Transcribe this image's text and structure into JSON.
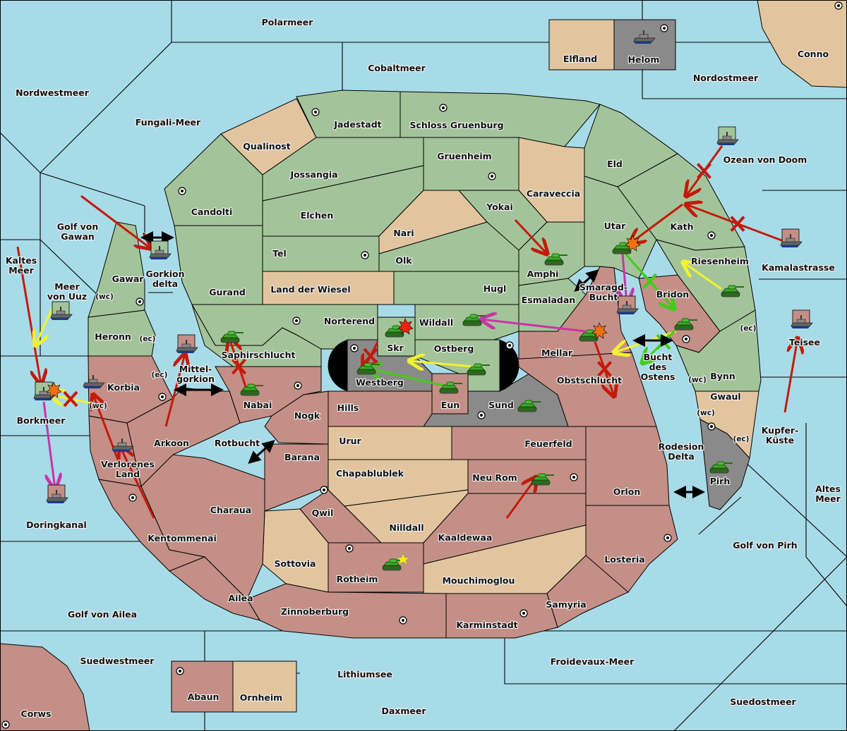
{
  "title": "Diplomacy map",
  "colors": {
    "sea": "#a8dbe8",
    "green_power": "#a3c49a",
    "red_power": "#c48f86",
    "neutral": "#e2c59e",
    "grey_power": "#8a8a8a",
    "impassable": "#000000",
    "order_red": "#c41a0a",
    "order_yellow": "#f2f230",
    "order_green": "#44cc18",
    "order_magenta": "#cc33aa"
  },
  "seas": [
    "Polarmeer",
    "Cobaltmeer",
    "Nordwestmeer",
    "Fungali-Meer",
    "Nordostmeer",
    "Ozean von Doom",
    "Kamalastrasse",
    "Golf von Gawan",
    "Kaltes Meer",
    "Meer von Uuz",
    "Gorkion delta",
    "Mittel-gorkion",
    "Rotbucht",
    "Smaragd-Bucht",
    "Bucht des Ostens",
    "Borkmeer",
    "Doringkanal",
    "Golf von Ailea",
    "Suedwestmeer",
    "Lithiumsee",
    "Daxmeer",
    "Froidevaux-Meer",
    "Suedostmeer",
    "Golf von Pirh",
    "Altes Meer",
    "Kupfer-Küste",
    "Teisee",
    "Rodesion Delta"
  ],
  "territories": {
    "green": [
      "Jadestadt",
      "Schloss Gruenburg",
      "Gruenheim",
      "Jossangia",
      "Elchen",
      "Candolti",
      "Gurand",
      "Tel",
      "Olk",
      "Hugl",
      "Yokai",
      "Eld",
      "Utar",
      "Kath",
      "Amphi",
      "Esmaladan",
      "Norterend",
      "Wildall",
      "Skr",
      "Ostberg",
      "Riesenheim",
      "Bynn",
      "Gawar",
      "Heronn",
      "Saphirschlucht"
    ],
    "red": [
      "Mellar",
      "Obstschlucht",
      "Bridon",
      "Nabai",
      "Korbia",
      "Arkoon",
      "Verlorenes Land",
      "Kentommenai",
      "Charaua",
      "Ailea",
      "Zinnoberburg",
      "Karminstadt",
      "Samyria",
      "Losteria",
      "Orlon",
      "Feuerfeld",
      "Neu Rom",
      "Kaaldewaa",
      "Rotheim",
      "Qwil",
      "Barana",
      "Nogk",
      "Hills",
      "Eun",
      "Abaun",
      "Corws"
    ],
    "neutral": [
      "Qualinost",
      "Caraveccia",
      "Nari",
      "Land der Wiesel",
      "Urur",
      "Chapablublek",
      "Nilldall",
      "Sottovia",
      "Mouchimoglou",
      "Gwaul",
      "Elfland",
      "Ornheim",
      "Conno"
    ],
    "grey": [
      "Westberg",
      "Sund",
      "Pirh",
      "Helom"
    ]
  },
  "coast_labels": [
    "(wc)",
    "(ec)",
    "(ec)",
    "(wc)",
    "(ec)",
    "(wc)",
    "(wc)",
    "(ec)",
    "(ec)"
  ],
  "units": [
    {
      "type": "fleet",
      "owner": "green",
      "location": "Ozean von Doom"
    },
    {
      "type": "fleet",
      "owner": "red",
      "location": "Kamalastrasse"
    },
    {
      "type": "fleet",
      "owner": "red",
      "location": "Teisee"
    },
    {
      "type": "fleet",
      "owner": "grey",
      "location": "Helom"
    },
    {
      "type": "fleet",
      "owner": "green",
      "location": "Gorkion delta"
    },
    {
      "type": "fleet",
      "owner": "green",
      "location": "Meer von Uuz"
    },
    {
      "type": "fleet",
      "owner": "green",
      "location": "Borkmeer",
      "dislodged": true
    },
    {
      "type": "fleet",
      "owner": "red",
      "location": "Korbia (wc)"
    },
    {
      "type": "fleet",
      "owner": "red",
      "location": "Mittel-gorkion"
    },
    {
      "type": "fleet",
      "owner": "red",
      "location": "Verlorenes Land"
    },
    {
      "type": "fleet",
      "owner": "red",
      "location": "Doringkanal"
    },
    {
      "type": "fleet",
      "owner": "red",
      "location": "Smaragd-Bucht"
    },
    {
      "type": "army",
      "owner": "green",
      "location": "Saphirschlucht"
    },
    {
      "type": "army",
      "owner": "red",
      "location": "Nabai"
    },
    {
      "type": "army",
      "owner": "grey",
      "location": "Westberg"
    },
    {
      "type": "army",
      "owner": "green",
      "location": "Skr",
      "dislodged": true
    },
    {
      "type": "army",
      "owner": "green",
      "location": "Wildall"
    },
    {
      "type": "army",
      "owner": "green",
      "location": "Ostberg"
    },
    {
      "type": "army",
      "owner": "red",
      "location": "Eun"
    },
    {
      "type": "army",
      "owner": "grey",
      "location": "Sund"
    },
    {
      "type": "army",
      "owner": "green",
      "location": "Amphi"
    },
    {
      "type": "army",
      "owner": "green",
      "location": "Utar",
      "dislodged": true
    },
    {
      "type": "army",
      "owner": "red",
      "location": "Mellar",
      "dislodged": true
    },
    {
      "type": "army",
      "owner": "green",
      "location": "Riesenheim"
    },
    {
      "type": "army",
      "owner": "red",
      "location": "Bridon"
    },
    {
      "type": "army",
      "owner": "grey",
      "location": "Pirh"
    },
    {
      "type": "army",
      "owner": "red",
      "location": "Neu Rom"
    },
    {
      "type": "army",
      "owner": "red",
      "location": "Rotheim",
      "built": true
    }
  ],
  "orders": [
    {
      "from": "Ozean von Doom",
      "to": "Kath",
      "color": "red",
      "failed": true
    },
    {
      "from": "Kamalastrasse",
      "to": "Kath",
      "color": "red",
      "failed": true
    },
    {
      "from": "Kath",
      "to": "Utar",
      "color": "red"
    },
    {
      "from": "Teisee",
      "to": "Kupfer-Küste",
      "color": "red"
    },
    {
      "from": "Kaltes Meer",
      "to": "Borkmeer",
      "color": "red"
    },
    {
      "from": "Golf von Gawan",
      "to": "Gorkion delta",
      "color": "red"
    },
    {
      "from": "Yokai",
      "to": "Amphi",
      "color": "red"
    },
    {
      "from": "Arkoon",
      "to": "Mittel-gorkion",
      "color": "red"
    },
    {
      "from": "Verlorenes Land",
      "to": "Korbia",
      "color": "red"
    },
    {
      "from": "Kentommenai",
      "to": "Verlorenes Land",
      "color": "red"
    },
    {
      "from": "Kaaldewaa",
      "to": "Neu Rom",
      "color": "red"
    },
    {
      "from": "Nabai",
      "to": "Saphirschlucht",
      "color": "red",
      "failed": true
    },
    {
      "from": "Westberg",
      "to": "Skr",
      "color": "red",
      "failed": true
    },
    {
      "from": "Mellar",
      "to": "Obstschlucht",
      "color": "red",
      "failed": true
    },
    {
      "from": "Meer von Uuz",
      "to": "Borkmeer",
      "color": "yellow"
    },
    {
      "from": "Korbia",
      "to": "Borkmeer",
      "color": "yellow",
      "failed": true
    },
    {
      "from": "Ostberg",
      "to": "Westberg",
      "color": "yellow"
    },
    {
      "from": "Riesenheim",
      "to": "Utar",
      "color": "yellow"
    },
    {
      "from": "Bridon",
      "to": "Bucht des Ostens",
      "color": "yellow"
    },
    {
      "from": "Eun",
      "to": "Westberg",
      "color": "green"
    },
    {
      "from": "Utar",
      "to": "Bridon",
      "color": "green",
      "failed": true
    },
    {
      "from": "Bridon",
      "to": "Bynn",
      "color": "green",
      "failed": true
    },
    {
      "from": "Mellar",
      "to": "Wildall",
      "color": "magenta"
    },
    {
      "from": "Utar",
      "to": "Smaragd-Bucht",
      "color": "magenta"
    },
    {
      "from": "Borkmeer",
      "to": "Doringkanal",
      "color": "magenta"
    }
  ],
  "labels": [
    {
      "text": "Polarmeer"
    },
    {
      "text": "Cobaltmeer"
    },
    {
      "text": "Nordwestmeer"
    },
    {
      "text": "Fungali-Meer"
    },
    {
      "text": "Nordostmeer"
    },
    {
      "text": "Elfland"
    },
    {
      "text": "Helom"
    },
    {
      "text": "Conno"
    },
    {
      "text": "Jadestadt"
    },
    {
      "text": "Schloss Gruenburg"
    },
    {
      "text": "Qualinost"
    },
    {
      "text": "Gruenheim"
    },
    {
      "text": "Jossangia"
    },
    {
      "text": "Caraveccia"
    },
    {
      "text": "Eld"
    },
    {
      "text": "Ozean von Doom"
    },
    {
      "text": "Candolti"
    },
    {
      "text": "Elchen"
    },
    {
      "text": "Yokai"
    },
    {
      "text": "Nari"
    },
    {
      "text": "Utar"
    },
    {
      "text": "Kath"
    },
    {
      "text": "Golf von"
    },
    {
      "text": "Gawan"
    },
    {
      "text": "Tel"
    },
    {
      "text": "Olk"
    },
    {
      "text": "Amphi"
    },
    {
      "text": "Riesenheim"
    },
    {
      "text": "Kamalastrasse"
    },
    {
      "text": "Kaltes"
    },
    {
      "text": "Meer"
    },
    {
      "text": "Gawar"
    },
    {
      "text": "Gorkion"
    },
    {
      "text": "delta"
    },
    {
      "text": "Gurand"
    },
    {
      "text": "Land der Wiesel"
    },
    {
      "text": "Hugl"
    },
    {
      "text": "Smaragd-"
    },
    {
      "text": "Bucht"
    },
    {
      "text": "Meer"
    },
    {
      "text": "von Uuz"
    },
    {
      "text": "Esmaladan"
    },
    {
      "text": "Bridon"
    },
    {
      "text": "Heronn"
    },
    {
      "text": "Norterend"
    },
    {
      "text": "Wildall"
    },
    {
      "text": "Teisee"
    },
    {
      "text": "Saphirschlucht"
    },
    {
      "text": "Skr"
    },
    {
      "text": "Ostberg"
    },
    {
      "text": "Mellar"
    },
    {
      "text": "Bucht"
    },
    {
      "text": "des"
    },
    {
      "text": "Ostens"
    },
    {
      "text": "Mittel-"
    },
    {
      "text": "gorkion"
    },
    {
      "text": "Bynn"
    },
    {
      "text": "Korbia"
    },
    {
      "text": "Westberg"
    },
    {
      "text": "Obstschlucht"
    },
    {
      "text": "Nabai"
    },
    {
      "text": "Eun"
    },
    {
      "text": "Sund"
    },
    {
      "text": "Gwaul"
    },
    {
      "text": "Hills"
    },
    {
      "text": "Borkmeer"
    },
    {
      "text": "Nogk"
    },
    {
      "text": "Urur"
    },
    {
      "text": "Feuerfeld"
    },
    {
      "text": "Kupfer-"
    },
    {
      "text": "Küste"
    },
    {
      "text": "Arkoon"
    },
    {
      "text": "Rotbucht"
    },
    {
      "text": "Barana"
    },
    {
      "text": "Rodesion"
    },
    {
      "text": "Delta"
    },
    {
      "text": "Verlorenes"
    },
    {
      "text": "Land"
    },
    {
      "text": "Chapablublek"
    },
    {
      "text": "Neu Rom"
    },
    {
      "text": "Pirh"
    },
    {
      "text": "Altes"
    },
    {
      "text": "Meer"
    },
    {
      "text": "Orlon"
    },
    {
      "text": "Doringkanal"
    },
    {
      "text": "Charaua"
    },
    {
      "text": "Qwil"
    },
    {
      "text": "Nilldall"
    },
    {
      "text": "Kentommenai"
    },
    {
      "text": "Kaaldewaa"
    },
    {
      "text": "Golf von Pirh"
    },
    {
      "text": "Losteria"
    },
    {
      "text": "Sottovia"
    },
    {
      "text": "Rotheim"
    },
    {
      "text": "Mouchimoglou"
    },
    {
      "text": "Ailea"
    },
    {
      "text": "Samyria"
    },
    {
      "text": "Zinnoberburg"
    },
    {
      "text": "Golf von Ailea"
    },
    {
      "text": "Karminstadt"
    },
    {
      "text": "Suedwestmeer"
    },
    {
      "text": "Froidevaux-Meer"
    },
    {
      "text": "Lithiumsee"
    },
    {
      "text": "Abaun"
    },
    {
      "text": "Ornheim"
    },
    {
      "text": "Suedostmeer"
    },
    {
      "text": "Daxmeer"
    },
    {
      "text": "Corws"
    }
  ]
}
